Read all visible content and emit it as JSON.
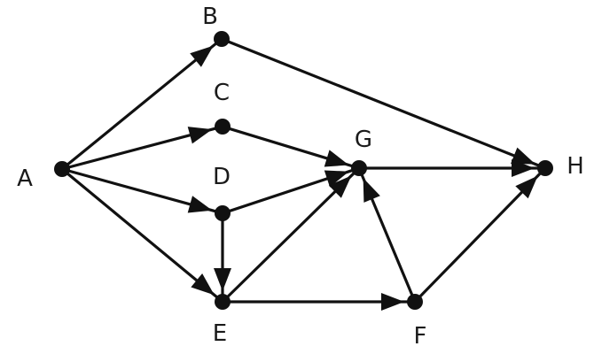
{
  "graph": {
    "colors": {
      "ink": "#111111",
      "label": "#1a1a1a",
      "background": "#ffffff"
    },
    "nodes": [
      {
        "id": "A",
        "label": "A"
      },
      {
        "id": "B",
        "label": "B"
      },
      {
        "id": "C",
        "label": "C"
      },
      {
        "id": "D",
        "label": "D"
      },
      {
        "id": "E",
        "label": "E"
      },
      {
        "id": "F",
        "label": "F"
      },
      {
        "id": "G",
        "label": "G"
      },
      {
        "id": "H",
        "label": "H"
      }
    ],
    "edges": [
      {
        "from": "A",
        "to": "B"
      },
      {
        "from": "A",
        "to": "C"
      },
      {
        "from": "A",
        "to": "D"
      },
      {
        "from": "A",
        "to": "E"
      },
      {
        "from": "B",
        "to": "H"
      },
      {
        "from": "C",
        "to": "G"
      },
      {
        "from": "D",
        "to": "G"
      },
      {
        "from": "D",
        "to": "E"
      },
      {
        "from": "E",
        "to": "G"
      },
      {
        "from": "E",
        "to": "F"
      },
      {
        "from": "F",
        "to": "G"
      },
      {
        "from": "F",
        "to": "H"
      },
      {
        "from": "G",
        "to": "H"
      }
    ]
  }
}
